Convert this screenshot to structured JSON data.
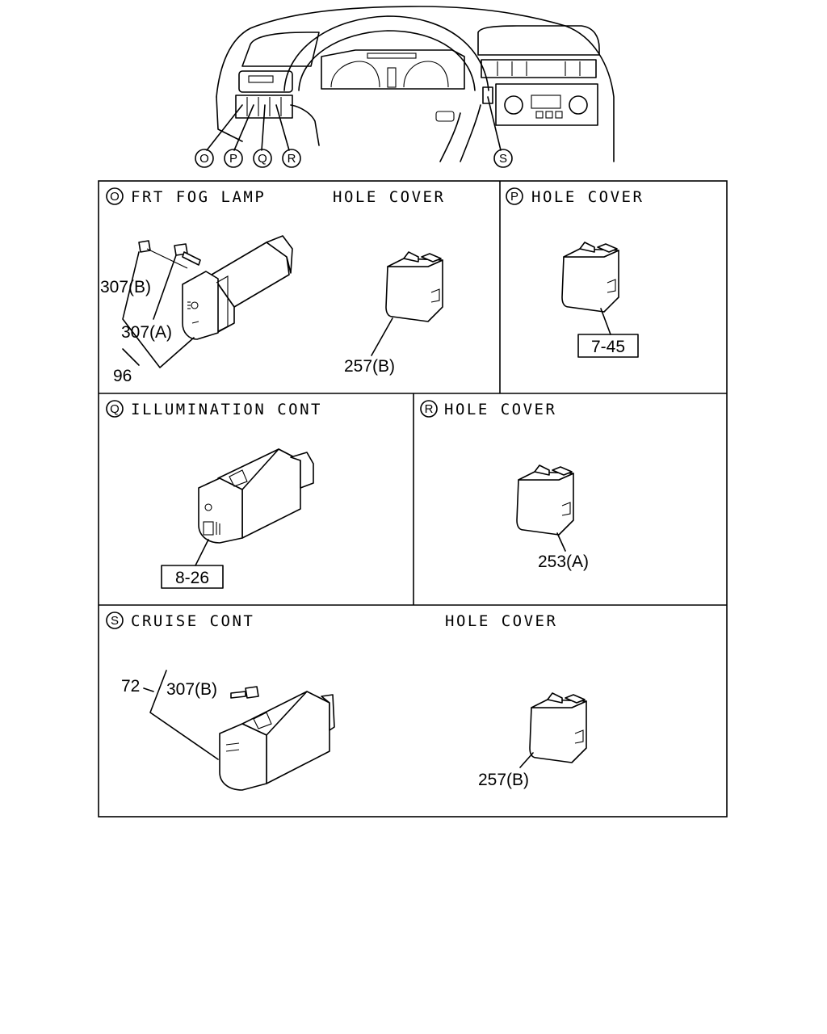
{
  "callouts": [
    "O",
    "P",
    "Q",
    "R",
    "S"
  ],
  "panels": {
    "O": {
      "marker": "O",
      "title": "FRT FOG LAMP",
      "title2": "HOLE COVER",
      "parts": [
        "307(B)",
        "307(A)",
        "96",
        "257(B)"
      ]
    },
    "P": {
      "marker": "P",
      "title": "HOLE COVER",
      "ref": "7-45"
    },
    "Q": {
      "marker": "Q",
      "title": "ILLUMINATION CONT",
      "ref": "8-26"
    },
    "R": {
      "marker": "R",
      "title": "HOLE COVER",
      "parts": [
        "253(A)"
      ]
    },
    "S": {
      "marker": "S",
      "title": "CRUISE CONT",
      "title2": "HOLE COVER",
      "parts": [
        "72",
        "307(B)",
        "257(B)"
      ]
    }
  }
}
